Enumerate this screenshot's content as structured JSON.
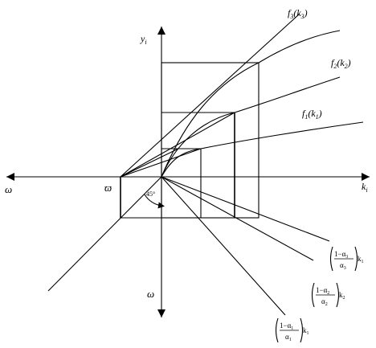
{
  "diagram": {
    "axis_labels": {
      "y_top": "y",
      "y_top_sub": "i",
      "k_right": "k",
      "k_right_sub": "i",
      "omega_left": "ω",
      "omega_bottom": "ω",
      "omega_bar": "ϖ"
    },
    "angle_label": "45°",
    "curves": [
      {
        "label": "f",
        "sub": "3",
        "arg": "(k",
        "arg_sub": "3",
        "close": ")"
      },
      {
        "label": "f",
        "sub": "2",
        "arg": "(k",
        "arg_sub": "2",
        "close": ")"
      },
      {
        "label": "f",
        "sub": "1",
        "arg": "(k",
        "arg_sub": "1",
        "close": ")"
      }
    ],
    "ray_labels": [
      {
        "num": "1−α",
        "num_sub": "3",
        "den": "α",
        "den_sub": "3",
        "k": "k",
        "k_sub": "1"
      },
      {
        "num": "1−α",
        "num_sub": "2",
        "den": "α",
        "den_sub": "2",
        "k": "k",
        "k_sub": "2"
      },
      {
        "num": "1−α",
        "num_sub": "1",
        "den": "α",
        "den_sub": "1",
        "k": "k",
        "k_sub": "1"
      }
    ]
  }
}
